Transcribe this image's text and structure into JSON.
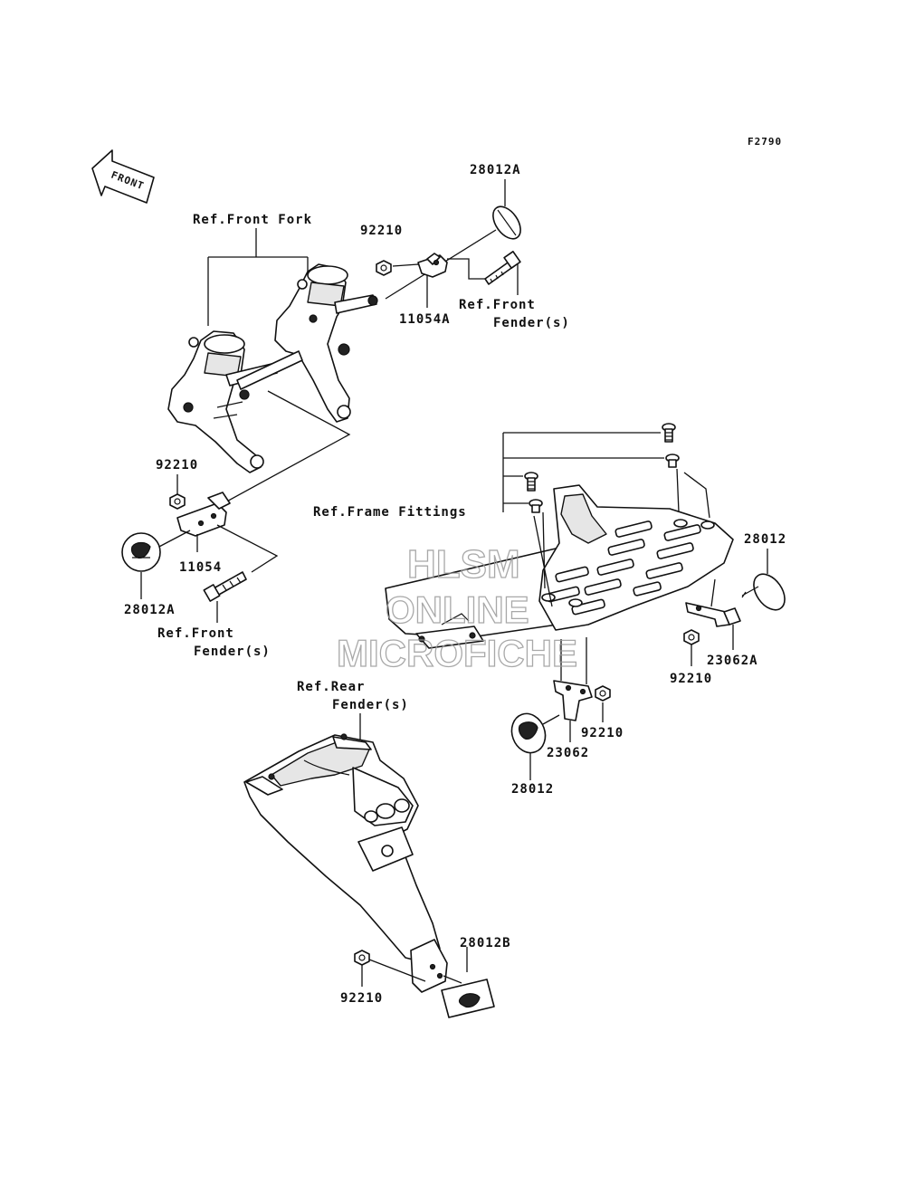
{
  "figure_code": "F2790",
  "front_arrow_label": "FRONT",
  "labels": {
    "part_28012A_top": "28012A",
    "ref_front_fork": "Ref.Front Fork",
    "part_92210_top": "92210",
    "part_11054A": "11054A",
    "ref_front_fender_top_line1": "Ref.Front",
    "ref_front_fender_top_line2": "Fender(s)",
    "part_92210_left": "92210",
    "part_11054": "11054",
    "part_28012A_left": "28012A",
    "ref_front_fender_left_line1": "Ref.Front",
    "ref_front_fender_left_line2": "Fender(s)",
    "ref_frame_fittings": "Ref.Frame Fittings",
    "part_28012_right": "28012",
    "part_23062A": "23062A",
    "part_92210_right": "92210",
    "part_92210_mid": "92210",
    "part_23062": "23062",
    "part_28012_mid": "28012",
    "ref_rear_fender_line1": "Ref.Rear",
    "ref_rear_fender_line2": "Fender(s)",
    "part_28012B": "28012B",
    "part_92210_bottom": "92210"
  },
  "watermark": {
    "line1": "HLSM",
    "line2": "ONLINE",
    "line3": "MICROFICHE"
  }
}
